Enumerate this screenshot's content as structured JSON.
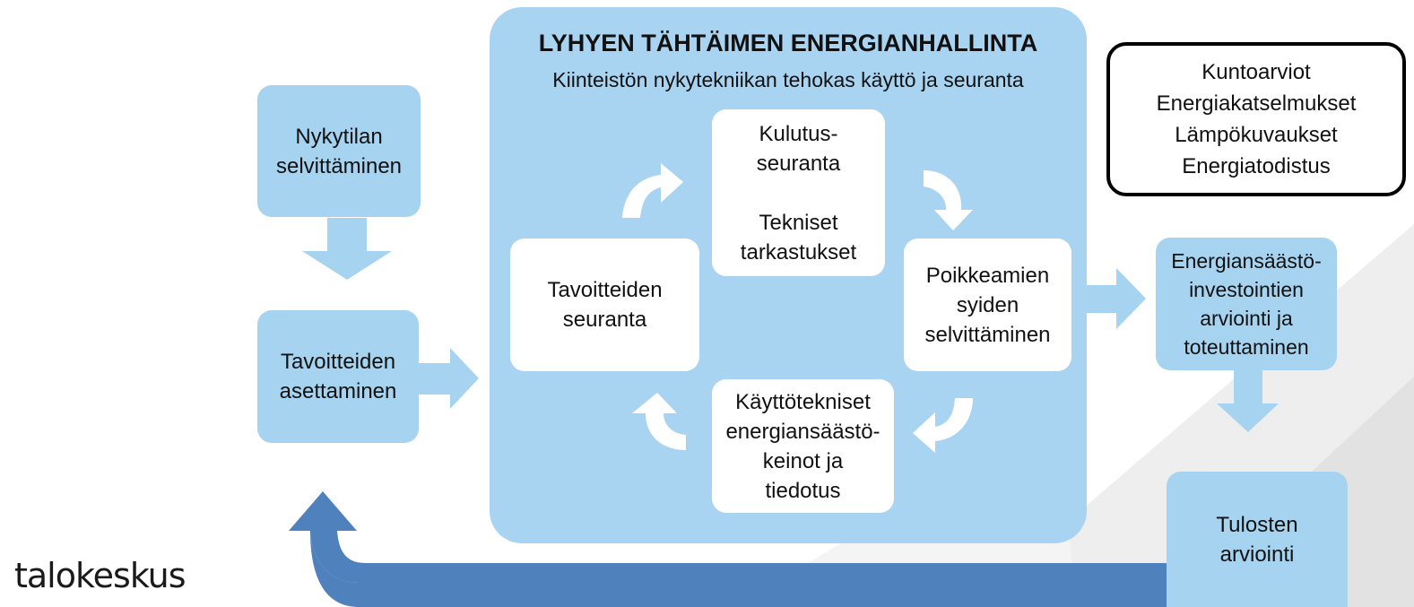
{
  "panel": {
    "title": "LYHYEN TÄHTÄIMEN ENERGIANHALLINTA",
    "subtitle": "Kiinteistön nykytekniikan tehokas käyttö ja seuranta"
  },
  "left": {
    "nykytilan": [
      "Nykytilan",
      "selvittäminen"
    ],
    "tavoitteiden_asettaminen": [
      "Tavoitteiden",
      "asettaminen"
    ]
  },
  "cycle": {
    "kulutus": [
      "Kulutus-",
      "seuranta",
      "",
      "Tekniset",
      "tarkastukset"
    ],
    "poikkeamien": [
      "Poikkeamien",
      "syiden",
      "selvittäminen"
    ],
    "kayttotekniset": [
      "Käyttötekniset",
      "energiansäästö-",
      "keinot ja",
      "tiedotus"
    ],
    "tavoitteiden_seuranta": [
      "Tavoitteiden",
      "seuranta"
    ]
  },
  "right": {
    "references": [
      "Kuntoarviot",
      "Energiakatselmukset",
      "Lämpökuvaukset",
      "Energiatodistus"
    ],
    "investoinnit": [
      "Energiansäästö-",
      "investointien",
      "arviointi ja",
      "toteuttaminen"
    ],
    "tulosten": [
      "Tulosten",
      "arviointi"
    ]
  },
  "logo": "talokeskus",
  "colors": {
    "panel": "#a9d4f1",
    "box": "#a6d3f0",
    "arrow_light": "#a6d3f0",
    "arrow_dark": "#4f81bd"
  }
}
